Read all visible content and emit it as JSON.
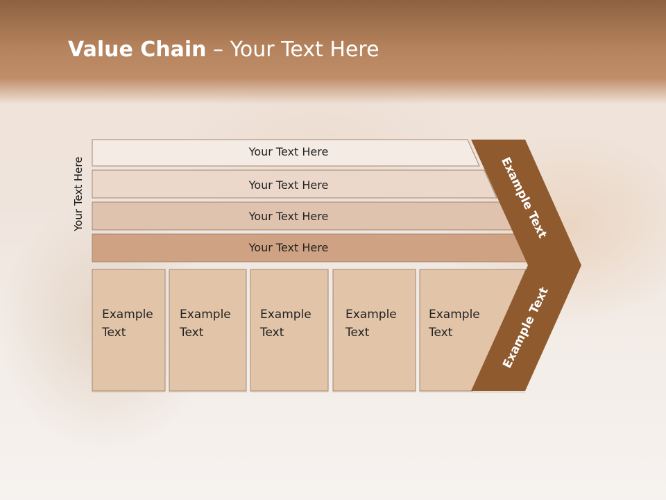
{
  "slide": {
    "title_bold": "Value Chain",
    "title_rest": " – Your Text Here"
  },
  "side_label": "Your Text Here",
  "rows": [
    {
      "text": "Your Text Here",
      "fill": "#f4ebe4"
    },
    {
      "text": "Your Text Here",
      "fill": "#ecd8ca"
    },
    {
      "text": "Your Text Here",
      "fill": "#e0c3ae"
    },
    {
      "text": "Your Text Here",
      "fill": "#cfa283"
    }
  ],
  "columns": [
    {
      "line1": "Example",
      "line2": "Text"
    },
    {
      "line1": "Example",
      "line2": "Text"
    },
    {
      "line1": "Example",
      "line2": "Text"
    },
    {
      "line1": "Example",
      "line2": "Text"
    },
    {
      "line1": "Example",
      "line2": "Text"
    }
  ],
  "arrow": {
    "upper_text": "Example Text",
    "lower_text": "Example Text",
    "color": "#8f5a2e"
  },
  "colors": {
    "column_fill": "#e2c4a8",
    "box_border": "#a08670",
    "header_dark": "#8d6240"
  }
}
